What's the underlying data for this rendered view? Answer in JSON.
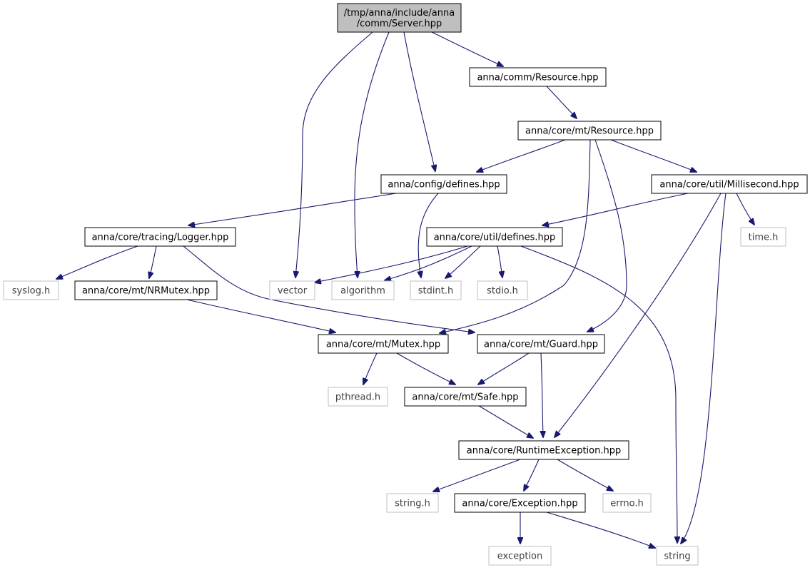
{
  "diagram": {
    "type": "include-dependency-graph",
    "nodes": [
      {
        "id": "server",
        "label": "/tmp/anna/include/anna\n/comm/Server.hpp",
        "kind": "root"
      },
      {
        "id": "comm_resource",
        "label": "anna/comm/Resource.hpp",
        "kind": "header"
      },
      {
        "id": "mt_resource",
        "label": "anna/core/mt/Resource.hpp",
        "kind": "header"
      },
      {
        "id": "config_defines",
        "label": "anna/config/defines.hpp",
        "kind": "header"
      },
      {
        "id": "millisecond",
        "label": "anna/core/util/Millisecond.hpp",
        "kind": "header"
      },
      {
        "id": "logger",
        "label": "anna/core/tracing/Logger.hpp",
        "kind": "header"
      },
      {
        "id": "util_defines",
        "label": "anna/core/util/defines.hpp",
        "kind": "header"
      },
      {
        "id": "time_h",
        "label": "time.h",
        "kind": "system"
      },
      {
        "id": "syslog_h",
        "label": "syslog.h",
        "kind": "system"
      },
      {
        "id": "nrmutex",
        "label": "anna/core/mt/NRMutex.hpp",
        "kind": "header"
      },
      {
        "id": "vector",
        "label": "vector",
        "kind": "system"
      },
      {
        "id": "algorithm",
        "label": "algorithm",
        "kind": "system"
      },
      {
        "id": "stdint_h",
        "label": "stdint.h",
        "kind": "system"
      },
      {
        "id": "stdio_h",
        "label": "stdio.h",
        "kind": "system"
      },
      {
        "id": "mutex",
        "label": "anna/core/mt/Mutex.hpp",
        "kind": "header"
      },
      {
        "id": "guard",
        "label": "anna/core/mt/Guard.hpp",
        "kind": "header"
      },
      {
        "id": "pthread_h",
        "label": "pthread.h",
        "kind": "system"
      },
      {
        "id": "safe",
        "label": "anna/core/mt/Safe.hpp",
        "kind": "header"
      },
      {
        "id": "runtime_exception",
        "label": "anna/core/RuntimeException.hpp",
        "kind": "header"
      },
      {
        "id": "string_h",
        "label": "string.h",
        "kind": "system"
      },
      {
        "id": "exception_hpp",
        "label": "anna/core/Exception.hpp",
        "kind": "header"
      },
      {
        "id": "errno_h",
        "label": "errno.h",
        "kind": "system"
      },
      {
        "id": "exception",
        "label": "exception",
        "kind": "system"
      },
      {
        "id": "string",
        "label": "string",
        "kind": "system"
      }
    ],
    "edges": [
      {
        "from": "server",
        "to": "comm_resource"
      },
      {
        "from": "server",
        "to": "config_defines"
      },
      {
        "from": "server",
        "to": "vector"
      },
      {
        "from": "server",
        "to": "algorithm"
      },
      {
        "from": "comm_resource",
        "to": "mt_resource"
      },
      {
        "from": "mt_resource",
        "to": "config_defines"
      },
      {
        "from": "mt_resource",
        "to": "millisecond"
      },
      {
        "from": "mt_resource",
        "to": "mutex"
      },
      {
        "from": "mt_resource",
        "to": "guard"
      },
      {
        "from": "config_defines",
        "to": "logger"
      },
      {
        "from": "config_defines",
        "to": "stdint_h"
      },
      {
        "from": "millisecond",
        "to": "util_defines"
      },
      {
        "from": "millisecond",
        "to": "time_h"
      },
      {
        "from": "millisecond",
        "to": "runtime_exception"
      },
      {
        "from": "millisecond",
        "to": "string"
      },
      {
        "from": "logger",
        "to": "syslog_h"
      },
      {
        "from": "logger",
        "to": "nrmutex"
      },
      {
        "from": "logger",
        "to": "guard"
      },
      {
        "from": "util_defines",
        "to": "vector"
      },
      {
        "from": "util_defines",
        "to": "algorithm"
      },
      {
        "from": "util_defines",
        "to": "stdint_h"
      },
      {
        "from": "util_defines",
        "to": "stdio_h"
      },
      {
        "from": "util_defines",
        "to": "string"
      },
      {
        "from": "nrmutex",
        "to": "mutex"
      },
      {
        "from": "mutex",
        "to": "pthread_h"
      },
      {
        "from": "mutex",
        "to": "safe"
      },
      {
        "from": "guard",
        "to": "safe"
      },
      {
        "from": "guard",
        "to": "runtime_exception"
      },
      {
        "from": "safe",
        "to": "runtime_exception"
      },
      {
        "from": "runtime_exception",
        "to": "string_h"
      },
      {
        "from": "runtime_exception",
        "to": "exception_hpp"
      },
      {
        "from": "runtime_exception",
        "to": "errno_h"
      },
      {
        "from": "exception_hpp",
        "to": "exception"
      },
      {
        "from": "exception_hpp",
        "to": "string"
      }
    ]
  },
  "colors": {
    "edge": "#191970",
    "root_fill": "#bfbfbf",
    "header_border": "#000000",
    "system_border": "#bfbfbf"
  }
}
